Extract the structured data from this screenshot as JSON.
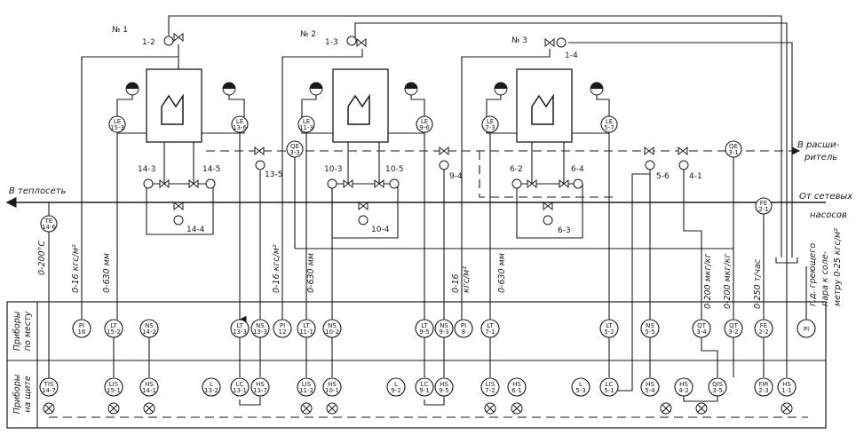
{
  "units": [
    {
      "label": "№ 1"
    },
    {
      "label": "№ 2"
    },
    {
      "label": "№ 3"
    }
  ],
  "labels": {
    "to_heat_network": "В теплосеть",
    "to_expander_1": "В расши-",
    "to_expander_2": "ритель",
    "from_pumps_1": "От сетевых",
    "from_pumps_2": "насосов",
    "row_local_1": "Приборы",
    "row_local_2": "по месту",
    "row_panel_1": "Приборы",
    "row_panel_2": "на щите"
  },
  "range_labels": [
    {
      "text": "0-200°C"
    },
    {
      "text": "0-16 кгс/м²"
    },
    {
      "text": "0-630 мм"
    },
    {
      "text": "0-16 кгс/м²"
    },
    {
      "text": "0-630 мм"
    },
    {
      "text": "0-16"
    },
    {
      "text": "кгс/м²"
    },
    {
      "text": "0-630 мм"
    },
    {
      "text": "0-200 мкг/кг"
    },
    {
      "text": "0-200 мкг/кг"
    },
    {
      "text": "0-250 т/час"
    },
    {
      "text": "г.д. греющего"
    },
    {
      "text": "пара к соле-"
    },
    {
      "text": "метру 0-25 кгс/м²"
    }
  ],
  "valve_labels": [
    {
      "text": "1-2"
    },
    {
      "text": "1-3"
    },
    {
      "text": "1-4"
    },
    {
      "text": "14-3"
    },
    {
      "text": "14-5"
    },
    {
      "text": "14-4"
    },
    {
      "text": "13-5"
    },
    {
      "text": "10-3"
    },
    {
      "text": "10-5"
    },
    {
      "text": "10-4"
    },
    {
      "text": "9-4"
    },
    {
      "text": "6-2"
    },
    {
      "text": "6-4"
    },
    {
      "text": "6-3"
    },
    {
      "text": "5-6"
    },
    {
      "text": "4-1"
    }
  ],
  "process_instruments": [
    {
      "id": "LE 15-3",
      "l1": "LE",
      "l2": "15-3"
    },
    {
      "id": "LE 13-6",
      "l1": "LE",
      "l2": "13-6"
    },
    {
      "id": "LE 11-3",
      "l1": "LE",
      "l2": "11-3"
    },
    {
      "id": "LE 9-6",
      "l1": "LE",
      "l2": "9-6"
    },
    {
      "id": "LE 7-3",
      "l1": "LE",
      "l2": "7-3"
    },
    {
      "id": "LE 5-7",
      "l1": "LE",
      "l2": "5-7"
    },
    {
      "id": "QE 3-3",
      "l1": "QE",
      "l2": "3-3"
    },
    {
      "id": "QE 3-1",
      "l1": "QE",
      "l2": "3-1"
    },
    {
      "id": "TE 14-6",
      "l1": "TE",
      "l2": "14-6"
    },
    {
      "id": "FE 2-1",
      "l1": "FE",
      "l2": "2-1"
    }
  ],
  "local_instruments": [
    {
      "l1": "PI",
      "l2": "16"
    },
    {
      "l1": "LT",
      "l2": "15-2"
    },
    {
      "l1": "NS",
      "l2": "14-2"
    },
    {
      "l1": "LT",
      "l2": "13-3"
    },
    {
      "l1": "NS",
      "l2": "13-3"
    },
    {
      "l1": "PI",
      "l2": "12"
    },
    {
      "l1": "LT",
      "l2": "11-1"
    },
    {
      "l1": "NS",
      "l2": "10-2"
    },
    {
      "l1": "LT",
      "l2": "9-5"
    },
    {
      "l1": "NS",
      "l2": "9-3"
    },
    {
      "l1": "PI",
      "l2": "8"
    },
    {
      "l1": "LT",
      "l2": "7-1"
    },
    {
      "l1": "LT",
      "l2": "5-2"
    },
    {
      "l1": "NS",
      "l2": "5-5"
    },
    {
      "l1": "QT",
      "l2": "3-4"
    },
    {
      "l1": "QT",
      "l2": "3-2"
    },
    {
      "l1": "FE",
      "l2": "2-2"
    },
    {
      "l1": "PI",
      "l2": ""
    }
  ],
  "panel_instruments": [
    {
      "l1": "TIS",
      "l2": "14-7"
    },
    {
      "l1": "LIS",
      "l2": "15-1"
    },
    {
      "l1": "HS",
      "l2": "14-1"
    },
    {
      "l1": "L",
      "l2": "13-2"
    },
    {
      "l1": "LC",
      "l2": "13-1"
    },
    {
      "l1": "HS",
      "l2": "13-7"
    },
    {
      "l1": "LIS",
      "l2": "11-2"
    },
    {
      "l1": "HS",
      "l2": "10-1"
    },
    {
      "l1": "L",
      "l2": "9-2"
    },
    {
      "l1": "LC",
      "l2": "9-1"
    },
    {
      "l1": "HS",
      "l2": "9-5"
    },
    {
      "l1": "LIS",
      "l2": "7-2"
    },
    {
      "l1": "HS",
      "l2": "6-1"
    },
    {
      "l1": "L",
      "l2": "5-3"
    },
    {
      "l1": "LC",
      "l2": "5-1"
    },
    {
      "l1": "HS",
      "l2": "5-4"
    },
    {
      "l1": "HS",
      "l2": "4-2"
    },
    {
      "l1": "QIS",
      "l2": "3-5"
    },
    {
      "l1": "FIR",
      "l2": "2-3"
    },
    {
      "l1": "HS",
      "l2": "1-1"
    }
  ]
}
